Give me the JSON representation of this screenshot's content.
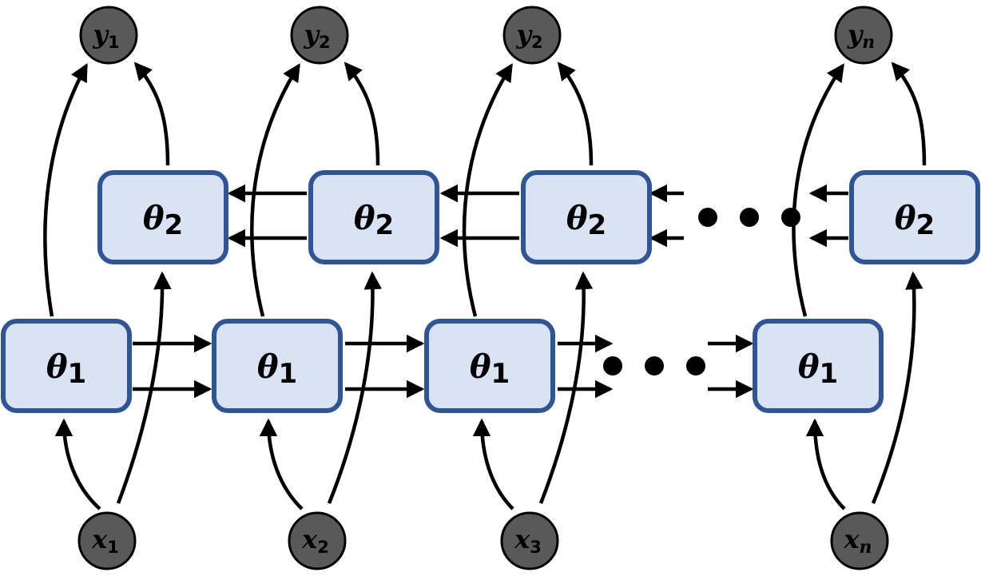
{
  "inputs": [
    {
      "var": "x",
      "sub": "1"
    },
    {
      "var": "x",
      "sub": "2"
    },
    {
      "var": "x",
      "sub": "3"
    },
    {
      "var": "x",
      "sub": "n"
    }
  ],
  "outputs": [
    {
      "var": "y",
      "sub": "1"
    },
    {
      "var": "y",
      "sub": "2"
    },
    {
      "var": "y",
      "sub": "2"
    },
    {
      "var": "y",
      "sub": "n"
    }
  ],
  "layer1": [
    {
      "var": "θ",
      "sub": "1"
    },
    {
      "var": "θ",
      "sub": "1"
    },
    {
      "var": "θ",
      "sub": "1"
    },
    {
      "var": "θ",
      "sub": "1"
    }
  ],
  "layer2": [
    {
      "var": "θ",
      "sub": "2"
    },
    {
      "var": "θ",
      "sub": "2"
    },
    {
      "var": "θ",
      "sub": "2"
    },
    {
      "var": "θ",
      "sub": "2"
    }
  ]
}
